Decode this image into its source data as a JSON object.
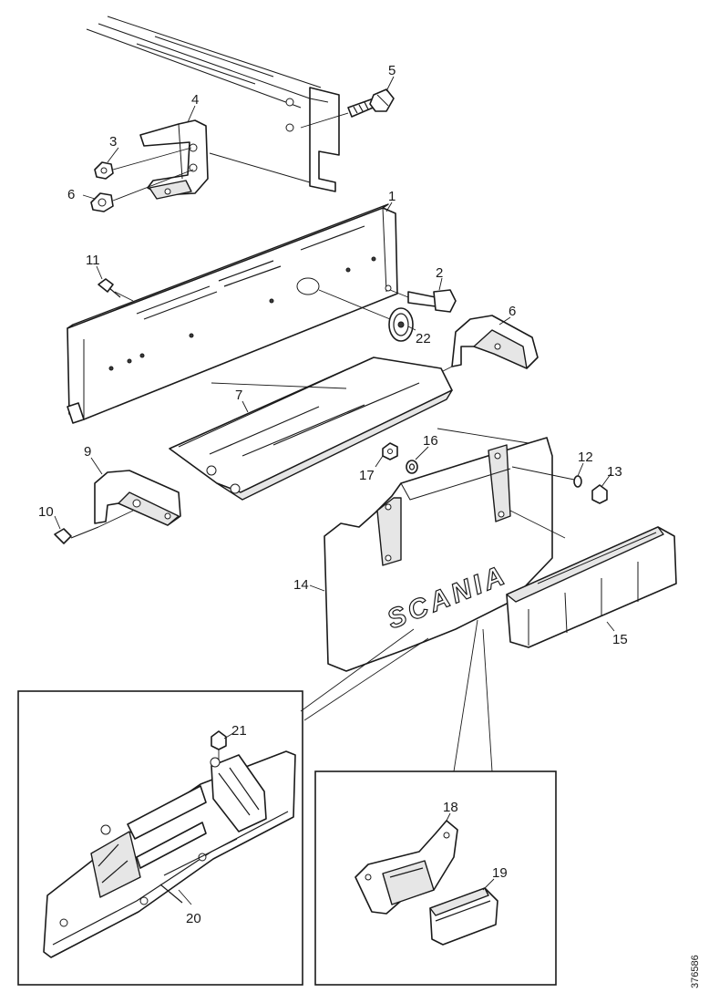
{
  "diagram": {
    "brand_text": "SCANIA",
    "reference_number": "376586",
    "callouts": [
      "1",
      "2",
      "3",
      "4",
      "5",
      "6",
      "6",
      "7",
      "9",
      "10",
      "11",
      "12",
      "13",
      "14",
      "15",
      "16",
      "17",
      "18",
      "19",
      "20",
      "21",
      "22"
    ]
  }
}
